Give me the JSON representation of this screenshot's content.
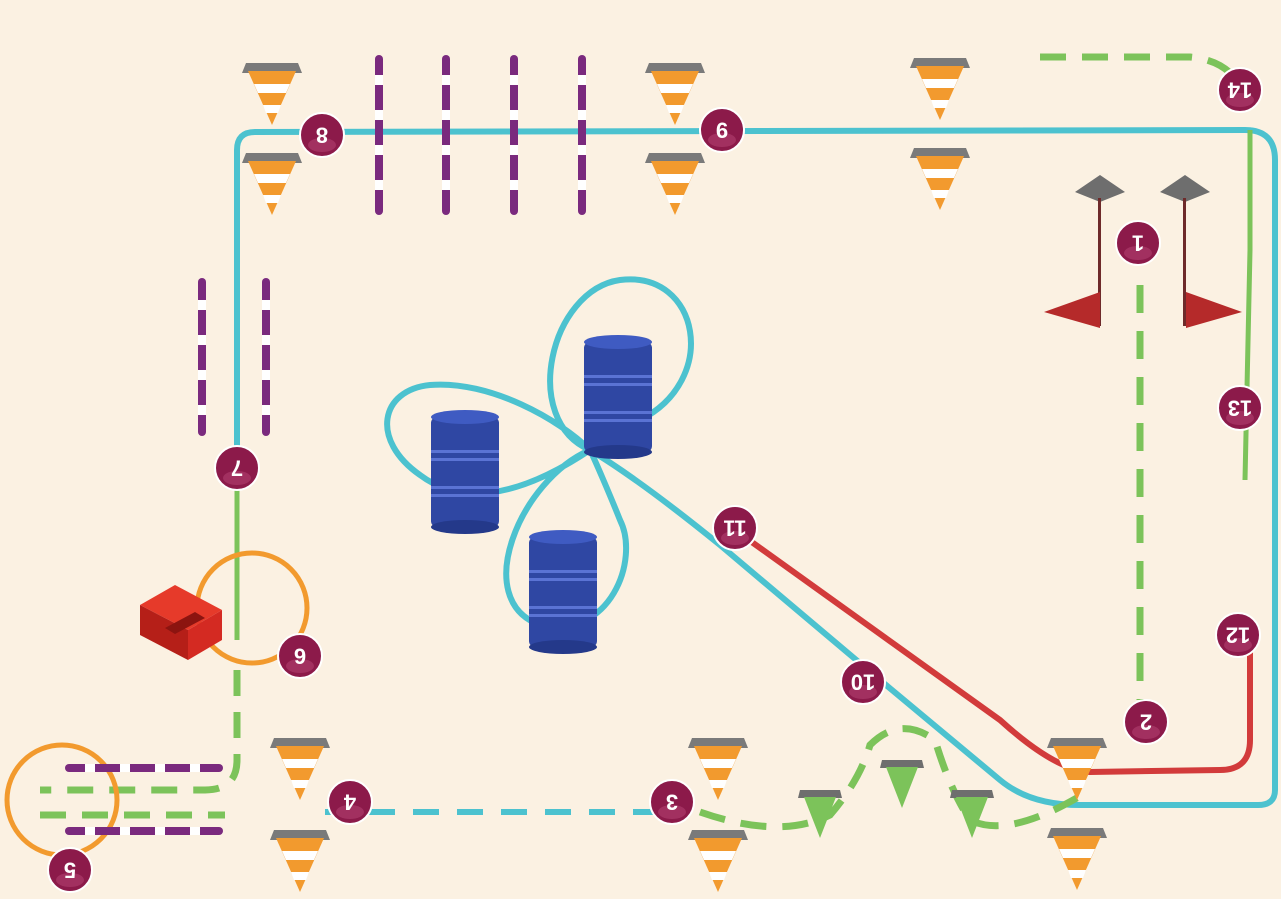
{
  "course": {
    "checkpoints": [
      {
        "id": "cp-1",
        "label": "1"
      },
      {
        "id": "cp-2",
        "label": "2"
      },
      {
        "id": "cp-3",
        "label": "3"
      },
      {
        "id": "cp-4",
        "label": "4"
      },
      {
        "id": "cp-5",
        "label": "5"
      },
      {
        "id": "cp-6",
        "label": "6"
      },
      {
        "id": "cp-7",
        "label": "7"
      },
      {
        "id": "cp-8",
        "label": "8"
      },
      {
        "id": "cp-9",
        "label": "9"
      },
      {
        "id": "cp-10",
        "label": "10"
      },
      {
        "id": "cp-11",
        "label": "11"
      },
      {
        "id": "cp-12",
        "label": "12"
      },
      {
        "id": "cp-13",
        "label": "13"
      },
      {
        "id": "cp-14",
        "label": "14"
      }
    ],
    "image_is_upside_down": true
  },
  "colors": {
    "background": "#fbf1e2",
    "route_teal": "#4cc2cf",
    "route_green": "#7cc35a",
    "route_red": "#d23b3b",
    "marker_fill": "#8c1a4a",
    "pole_purple": "#7a2a7e",
    "barrel_blue": "#2f47a3",
    "cone_orange": "#f29a2e",
    "cone_green": "#7cc35a",
    "circle_orange": "#f29a2e",
    "box_red": "#d42a22",
    "flag_red": "#b52a2a"
  },
  "icons": [
    "traffic-cone-icon",
    "oil-barrel-icon",
    "slalom-pole-icon",
    "flag-icon",
    "box-obstacle-icon",
    "checkpoint-marker-icon"
  ]
}
